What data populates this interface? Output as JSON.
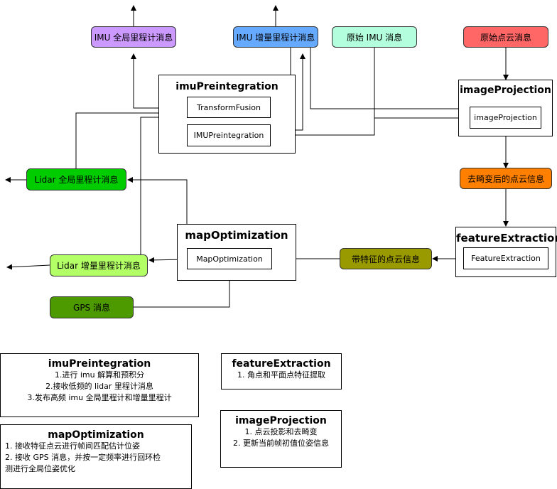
{
  "messages": {
    "imu_global_odom": "IMU 全局里程计消息",
    "imu_incremental_odom": "IMU 增量里程计消息",
    "raw_imu": "原始 IMU 消息",
    "raw_pointcloud": "原始点云消息",
    "deskewed_cloud": "去畸变后的点云信息",
    "feature_cloud": "带特征的点云信息",
    "lidar_global_odom": "Lidar 全局里程计消息",
    "lidar_incremental_odom": "Lidar 增量里程计消息",
    "gps": "GPS 消息"
  },
  "modules": {
    "imu_preintegration": {
      "title": "imuPreintegration",
      "transform_fusion": "TransformFusion",
      "imu_preintegration": "IMUPreintegration"
    },
    "image_projection": {
      "title": "imageProjection",
      "inner": "imageProjection"
    },
    "feature_extraction": {
      "title": "featureExtraction",
      "inner": "FeatureExtraction"
    },
    "map_optimization": {
      "title": "mapOptimization",
      "inner": "MapOptimization"
    }
  },
  "notes": {
    "imu_preintegration": {
      "title": "imuPreintegration",
      "lines": [
        "1.进行 imu 解算和预积分",
        "2.接收低频的 lidar 里程计消息",
        "3.发布高频 imu 全局里程计和增量里程计"
      ]
    },
    "feature_extraction": {
      "title": "featureExtraction",
      "lines": [
        "1. 角点和平面点特征提取"
      ]
    },
    "image_projection": {
      "title": "imageProjection",
      "lines": [
        "1. 点云投影和去畸变",
        "2. 更新当前帧初值位姿信息"
      ]
    },
    "map_optimization": {
      "title": "mapOptimization",
      "lines": [
        "1. 接收特征点云进行帧间匹配估计位姿",
        "2. 接收 GPS 消息，并按一定频率进行回环检",
        "测进行全局位姿优化"
      ]
    }
  },
  "colors": {
    "imu_global_odom": "#cc99ff",
    "imu_incremental_odom": "#66aaff",
    "raw_imu": "#b3ffdd",
    "raw_pointcloud": "#ff6666",
    "deskewed_cloud": "#ff8000",
    "feature_cloud": "#999900",
    "lidar_global_odom": "#00cc00",
    "lidar_incremental_odom": "#b3ff66",
    "gps": "#4d9900"
  }
}
